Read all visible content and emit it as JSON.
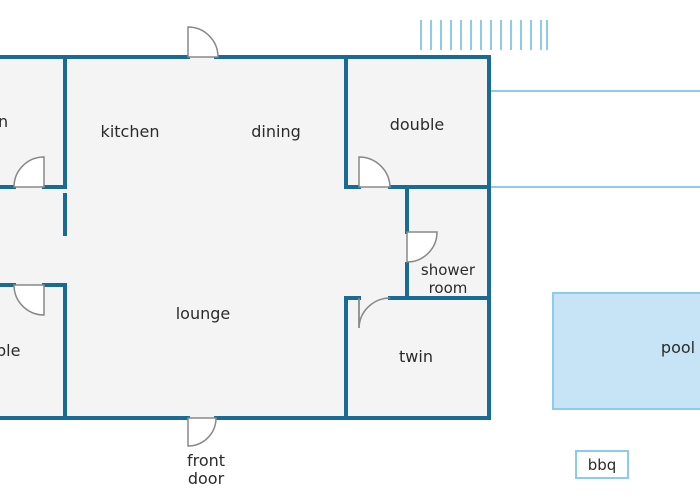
{
  "rooms": {
    "kitchen": "kitchen",
    "dining": "dining",
    "double": "double",
    "shower_line1": "shower",
    "shower_line2": "room",
    "lounge": "lounge",
    "twin": "twin",
    "left_top_fragment": "n",
    "left_bottom_fragment": "ble",
    "front_door_line1": "front",
    "front_door_line2": "door",
    "pool": "pool",
    "bbq": "bbq"
  },
  "colors": {
    "wall": "#1a6a96",
    "floor": "#f4f4f4",
    "door": "#888888",
    "pool_fill": "#c6e4f6",
    "pool_stroke": "#8ccbec",
    "fence": "#8ccbec",
    "text": "#2b2b2b"
  }
}
